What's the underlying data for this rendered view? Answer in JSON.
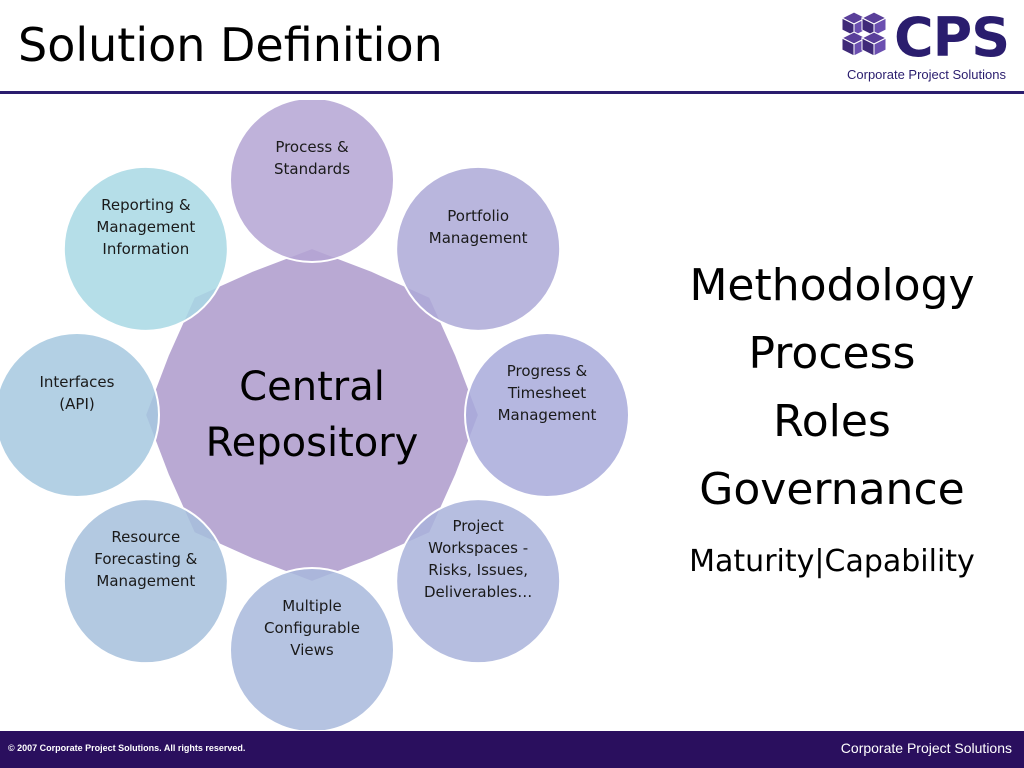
{
  "title": "Solution Definition",
  "logo": {
    "word": "CPS",
    "subtitle": "Corporate Project Solutions",
    "brand_color": "#2a1d6e"
  },
  "diagram": {
    "center": {
      "line1": "Central",
      "line2": "Repository",
      "color": "#b9a9d3"
    },
    "nodes": [
      {
        "lines": [
          "Process &",
          "Standards"
        ],
        "color": "#b4a5d4"
      },
      {
        "lines": [
          "Portfolio",
          "Management"
        ],
        "color": "#ada9d7"
      },
      {
        "lines": [
          "Progress &",
          "Timesheet",
          "Management"
        ],
        "color": "#a8aadb"
      },
      {
        "lines": [
          "Project",
          "Workspaces -",
          "Risks, Issues,",
          "Deliverables…"
        ],
        "color": "#a9b3db"
      },
      {
        "lines": [
          "Multiple",
          "Configurable",
          "Views"
        ],
        "color": "#a8b8dc"
      },
      {
        "lines": [
          "Resource",
          "Forecasting &",
          "Management"
        ],
        "color": "#a6bfdc"
      },
      {
        "lines": [
          "Interfaces",
          "(API)"
        ],
        "color": "#a6c8df"
      },
      {
        "lines": [
          "Reporting &",
          "Management",
          "Information"
        ],
        "color": "#a8d8e4"
      }
    ]
  },
  "side": {
    "lines": [
      "Methodology",
      "Process",
      "Roles",
      "Governance"
    ],
    "subline": "Maturity|Capability"
  },
  "footer": {
    "copyright": "© 2007 Corporate Project Solutions. All rights reserved.",
    "company": "Corporate Project Solutions",
    "color": "#2a0f5e"
  }
}
